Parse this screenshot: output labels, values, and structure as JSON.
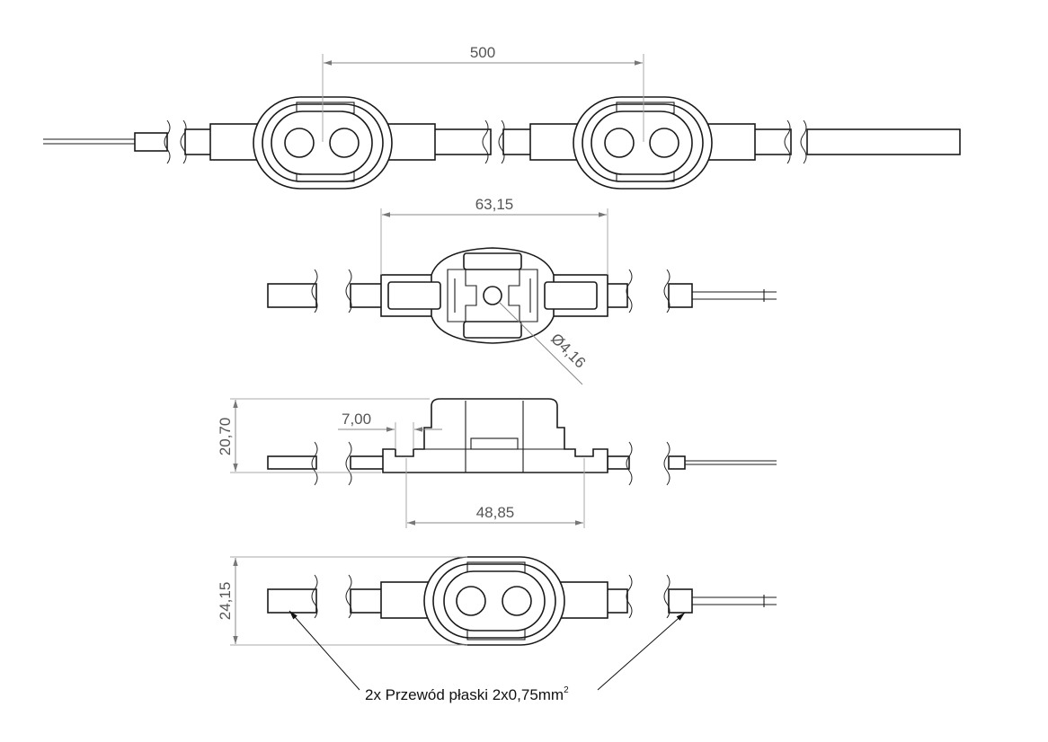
{
  "dimensions": {
    "spacing": "500",
    "width": "63,15",
    "hole_diameter": "Ø4,16",
    "tab": "7,00",
    "height": "20,70",
    "mount_spacing": "48,85",
    "depth": "24,15"
  },
  "note": {
    "text": "2x Przewód płaski 2x0,75mm",
    "superscript": "2"
  },
  "colors": {
    "line": "#1a1a1a",
    "dimension": "#888888",
    "dimension_text": "#555555"
  }
}
